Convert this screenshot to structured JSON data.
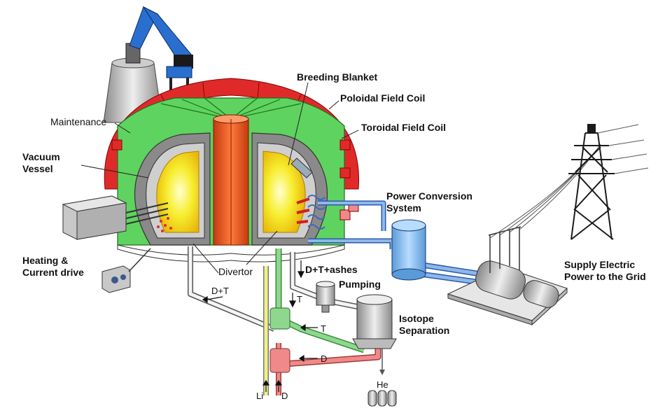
{
  "labels": {
    "breeding_blanket": "Breeding Blanket",
    "poloidal_field_coil": "Poloidal Field Coil",
    "toroidal_field_coil": "Toroidal Field Coil",
    "maintenance": "Maintenance",
    "vacuum_vessel_1": "Vacuum",
    "vacuum_vessel_2": "Vessel",
    "power_conversion_1": "Power Conversion",
    "power_conversion_2": "System",
    "heating_1": "Heating &",
    "heating_2": "Current drive",
    "divertor": "Divertor",
    "dt_ashes": "D+T+ashes",
    "pumping": "Pumping",
    "dt": "D+T",
    "t_top": "T",
    "t_mid": "T",
    "isotope_1": "Isotope",
    "isotope_2": "Separation",
    "supply_1": "Supply Electric",
    "supply_2": "Power to the Grid",
    "d_mid": "D",
    "he": "He",
    "li": "Li",
    "d_bottom": "D"
  },
  "colors": {
    "coil_red": "#e02a2a",
    "blanket_green": "#5fd35f",
    "vessel_gray": "#9a9a9a",
    "plasma_yellow": "#f5ea2a",
    "solenoid_orange": "#e85a2a",
    "pipe_blue": "#8fb8e8",
    "pipe_green": "#8ed88e",
    "pipe_pink": "#f08a8a",
    "pipe_yellow": "#f0f08a",
    "robot_blue": "#2a6fd0"
  }
}
